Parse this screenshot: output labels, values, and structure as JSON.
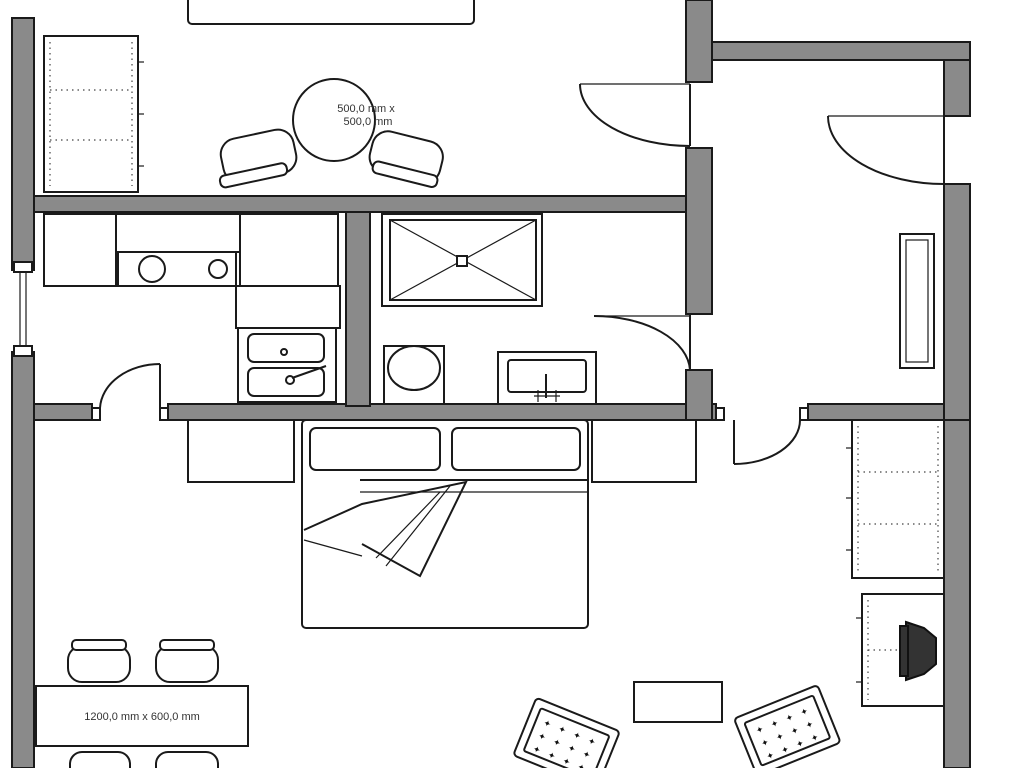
{
  "plan": {
    "labels": {
      "round_table": [
        "500,0 mm x",
        "500,0 mm"
      ],
      "dining_table": "1200,0 mm x 600,0 mm"
    }
  }
}
